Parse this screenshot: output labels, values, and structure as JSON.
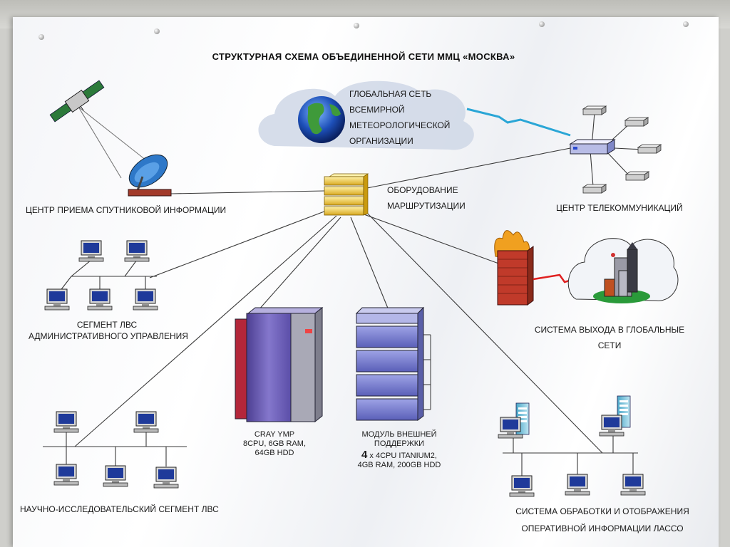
{
  "title": "СТРУКТУРНАЯ СХЕМА ОБЪЕДИНЕННОЙ СЕТИ ММЦ «МОСКВА»",
  "nodes": {
    "wmo": {
      "lines": [
        "ГЛОБАЛЬНАЯ СЕТЬ",
        "ВСЕМИРНОЙ",
        "МЕТЕОРОЛОГИЧЕСКОЙ",
        "ОРГАНИЗАЦИИ"
      ]
    },
    "router": {
      "lines": [
        "ОБОРУДОВАНИЕ",
        "МАРШРУТИЗАЦИИ"
      ]
    },
    "satellite": {
      "label": "ЦЕНТР ПРИЕМА СПУТНИКОВОЙ ИНФОРМАЦИИ"
    },
    "telecom": {
      "label": "ЦЕНТР ТЕЛЕКОММУНИКАЦИЙ"
    },
    "admin_lan": {
      "lines": [
        "СЕГМЕНТ ЛВС",
        "АДМИНИСТРАТИВНОГО УПРАВЛЕНИЯ"
      ]
    },
    "gateway": {
      "lines": [
        "СИСТЕМА ВЫХОДА В ГЛОБАЛЬНЫЕ",
        "СЕТИ"
      ]
    },
    "cray": {
      "lines": [
        "CRAY YMP",
        "8CPU, 6GB RAM,",
        "64GB HDD"
      ]
    },
    "support": {
      "lines": [
        "МОДУЛЬ ВНЕШНЕЙ",
        "ПОДДЕРЖКИ"
      ],
      "count": "4",
      "spec1": " x 4CPU  ITANIUM2,",
      "spec2": "4GB RAM, 200GB HDD"
    },
    "research_lan": {
      "label": "НАУЧНО-ИССЛЕДОВАТЕЛЬСКИЙ СЕГМЕНТ ЛВС"
    },
    "lasso": {
      "lines": [
        "СИСТЕМА ОБРАБОТКИ И ОТОБРАЖЕНИЯ",
        "ОПЕРАТИВНОЙ ИНФОРМАЦИИ ЛАССО"
      ]
    }
  },
  "colors": {
    "link": "#3a3a3a",
    "router_gold": "#e8c84a",
    "cray_blue": "#6a5fb0",
    "rack_blue": "#6f74c8",
    "cloud": "#c9d3e4",
    "fire": "#f0a020",
    "brick": "#c03a2a",
    "zigzag_blue": "#2aa6d6",
    "zigzag_red": "#e02020"
  },
  "icons": [
    "satellite-icon",
    "dish-antenna-icon",
    "globe-icon",
    "cloud-icon",
    "router-stack-icon",
    "switch-icon",
    "network-node-icon",
    "computer-icon",
    "firewall-icon",
    "buildings-icon",
    "supercomputer-icon",
    "server-rack-icon",
    "server-tower-icon"
  ]
}
